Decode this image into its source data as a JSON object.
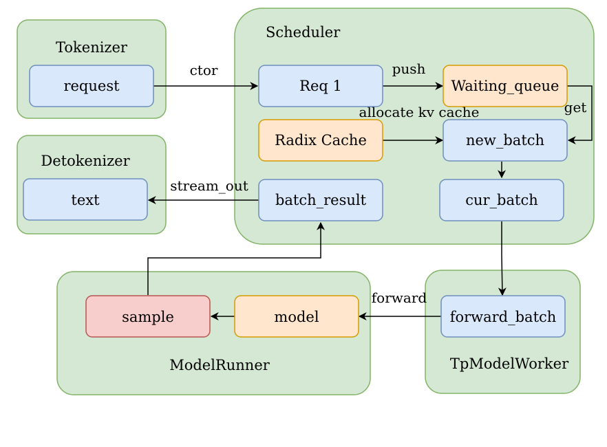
{
  "containers": {
    "tokenizer": "Tokenizer",
    "detokenizer": "Detokenizer",
    "scheduler": "Scheduler",
    "model_runner": "ModelRunner",
    "tp_model_worker": "TpModelWorker"
  },
  "nodes": {
    "request": "request",
    "text": "text",
    "req1": "Req 1",
    "waiting_queue": "Waiting_queue",
    "radix_cache": "Radix Cache",
    "new_batch": "new_batch",
    "batch_result": "batch_result",
    "cur_batch": "cur_batch",
    "sample": "sample",
    "model": "model",
    "forward_batch": "forward_batch"
  },
  "edges": {
    "ctor": "ctor",
    "push": "push",
    "allocate": "allocate kv cache",
    "get": "get",
    "stream_out": "stream_out",
    "forward": "forward"
  },
  "colors": {
    "container_fill": "#d5e8d4",
    "container_stroke": "#82b366",
    "blue_fill": "#dae8fc",
    "blue_stroke": "#6c8ebf",
    "orange_fill": "#ffe6cc",
    "orange_stroke": "#d79b00",
    "red_fill": "#f8cecc",
    "red_stroke": "#b85450"
  }
}
